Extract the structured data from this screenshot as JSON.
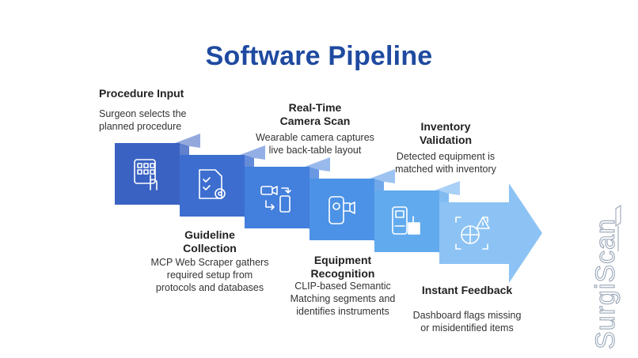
{
  "title": "Software Pipeline",
  "steps": [
    {
      "title_lines": [
        "Procedure Input"
      ],
      "desc_lines": [
        "Surgeon selects the",
        "planned procedure"
      ],
      "icon": "keypad-touch-icon",
      "color": "#3a62c2"
    },
    {
      "title_lines": [
        "Guideline",
        "Collection"
      ],
      "desc_lines": [
        "MCP Web Scraper gathers",
        "required setup from",
        "protocols and databases"
      ],
      "icon": "document-gear-icon",
      "color": "#3d6ecf"
    },
    {
      "title_lines": [
        "Real-Time",
        "Camera Scan"
      ],
      "desc_lines": [
        "Wearable camera captures",
        "live back-table layout"
      ],
      "icon": "camera-phone-sync-icon",
      "color": "#437fdc"
    },
    {
      "title_lines": [
        "Equipment",
        "Recognition"
      ],
      "desc_lines": [
        "CLIP-based Semantic",
        "Matching segments and",
        "identifies instruments"
      ],
      "icon": "handheld-scanner-icon",
      "color": "#4c92e6"
    },
    {
      "title_lines": [
        "Inventory",
        "Validation"
      ],
      "desc_lines": [
        "Detected equipment is",
        "matched with inventory"
      ],
      "icon": "inventory-device-icon",
      "color": "#62aaee"
    },
    {
      "title_lines": [
        "Instant Feedback"
      ],
      "desc_lines": [
        "Dashboard flags missing",
        "or misidentified items"
      ],
      "icon": "face-scan-alert-icon",
      "color": "#8cc3f4"
    }
  ],
  "brand": "SurgiScan",
  "colors": {
    "title": "#1f4aa0",
    "brand": "#9aa7b8",
    "icon_stroke": "#ffffff"
  }
}
